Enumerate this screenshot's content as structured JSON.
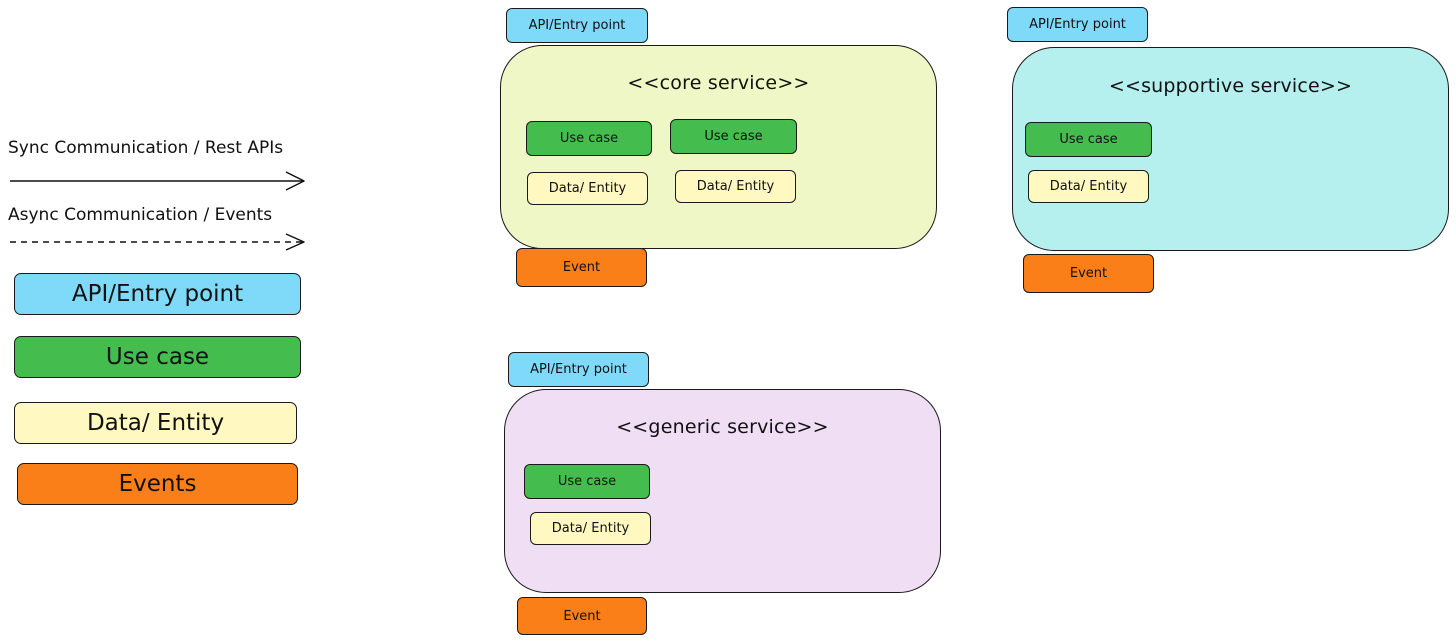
{
  "legend": {
    "sync_label": "Sync Communication / Rest APIs",
    "async_label": "Async Communication / Events",
    "api_label": "API/Entry point",
    "usecase_label": "Use case",
    "entity_label": "Data/ Entity",
    "events_label": "Events"
  },
  "services": {
    "core": {
      "title": "<<core service>>",
      "api": "API/Entry point",
      "usecases": [
        "Use case",
        "Use case"
      ],
      "entities": [
        "Data/ Entity",
        "Data/ Entity"
      ],
      "event": "Event"
    },
    "supportive": {
      "title": "<<supportive service>>",
      "api": "API/Entry point",
      "usecase": "Use case",
      "entity": "Data/ Entity",
      "event": "Event"
    },
    "generic": {
      "title": "<<generic service>>",
      "api": "API/Entry point",
      "usecase": "Use case",
      "entity": "Data/ Entity",
      "event": "Event"
    }
  },
  "colors": {
    "api": "#7fd9f9",
    "usecase": "#45bd4e",
    "entity": "#fff8c1",
    "event": "#fb7f19",
    "core_bg": "#eff7c6",
    "supportive_bg": "#b5f0ef",
    "generic_bg": "#f0def5"
  }
}
